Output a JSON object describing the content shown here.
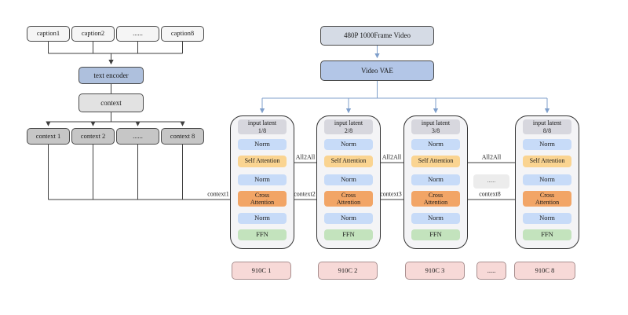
{
  "colors": {
    "line_dark": "#3f3f3f",
    "line_blue": "#7f9fcb",
    "caption_bg": "#f5f5f5",
    "text_encoder_bg": "#aec0dd",
    "context_bg": "#e2e2e2",
    "context_n_bg": "#c6c6c6",
    "video_source_bg": "#d5dbe5",
    "video_vae_bg": "#b3c6e7",
    "column_bg": "#f4f4f6",
    "input_latent_bg": "#d7d7de",
    "norm_bg": "#c7dbf8",
    "self_attention_bg": "#fad491",
    "cross_attention_bg": "#f2a566",
    "ffn_bg": "#c3e3bd",
    "device_bg": "#f7d9d7"
  },
  "text_pipeline": {
    "captions": [
      "caption1",
      "caption2",
      "......",
      "caption8"
    ],
    "encoder": "text encoder",
    "context": "context",
    "contexts": [
      "context 1",
      "context 2",
      "......",
      "context 8"
    ]
  },
  "video_pipeline": {
    "source": "480P 1000Frame Video",
    "vae": "Video VAE"
  },
  "columns": [
    {
      "input_latent": "input latent",
      "fraction": "1/8",
      "norm1": "Norm",
      "self_attention": "Self Attention",
      "norm2": "Norm",
      "cross_attention_line1": "Cross",
      "cross_attention_line2": "Attention",
      "norm3": "Norm",
      "ffn": "FFN"
    },
    {
      "input_latent": "input latent",
      "fraction": "2/8",
      "norm1": "Norm",
      "self_attention": "Self Attention",
      "norm2": "Norm",
      "cross_attention_line1": "Cross",
      "cross_attention_line2": "Attention",
      "norm3": "Norm",
      "ffn": "FFN"
    },
    {
      "input_latent": "input latent",
      "fraction": "3/8",
      "norm1": "Norm",
      "self_attention": "Self Attention",
      "norm2": "Norm",
      "cross_attention_line1": "Cross",
      "cross_attention_line2": "Attention",
      "norm3": "Norm",
      "ffn": "FFN"
    },
    {
      "input_latent": "input latent",
      "fraction": "8/8",
      "norm1": "Norm",
      "self_attention": "Self Attention",
      "norm2": "Norm",
      "cross_attention_line1": "Cross",
      "cross_attention_line2": "Attention",
      "norm3": "Norm",
      "ffn": "FFN"
    }
  ],
  "edges": {
    "all2all_12": "All2All",
    "all2all_23": "All2All",
    "all2all_34": "All2All",
    "context_feed_1": "context1",
    "context_feed_2": "context2",
    "context_feed_3": "context3",
    "context_feed_4": "context8",
    "ellipsis": "......"
  },
  "devices": [
    "910C 1",
    "910C 2",
    "910C 3",
    ".....",
    "910C 8"
  ]
}
